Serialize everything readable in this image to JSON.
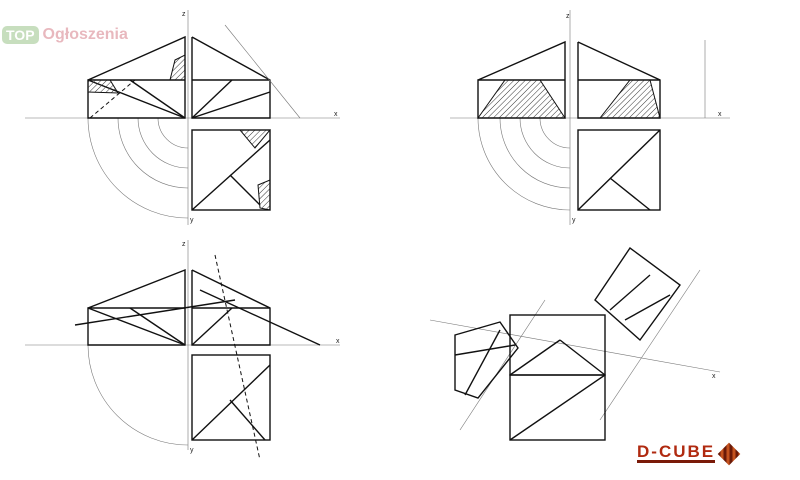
{
  "watermark": {
    "brand": "TOP",
    "name": "Ogłoszenia"
  },
  "logo": {
    "name": "D-CUBE"
  },
  "axes": {
    "x": "x",
    "y": "y",
    "z": "z"
  },
  "panels": [
    "top-left",
    "top-right",
    "bottom-left",
    "bottom-right"
  ]
}
